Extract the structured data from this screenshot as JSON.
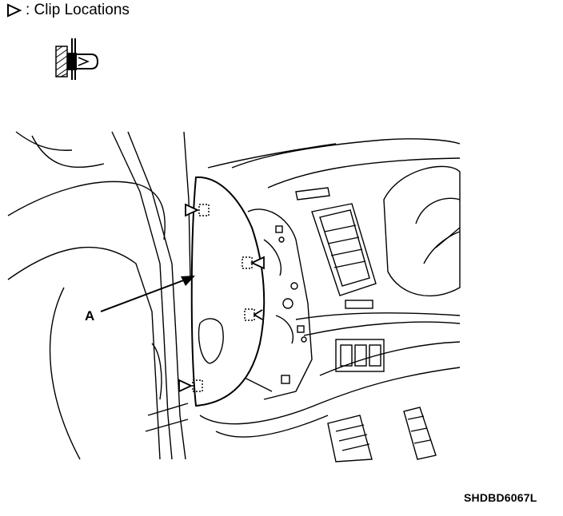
{
  "legend": {
    "symbol": "▷",
    "text": ": Clip Locations"
  },
  "callout": {
    "label": "A"
  },
  "reference_code": "SHDBD6067L",
  "colors": {
    "ink": "#000000",
    "paper": "#ffffff"
  }
}
